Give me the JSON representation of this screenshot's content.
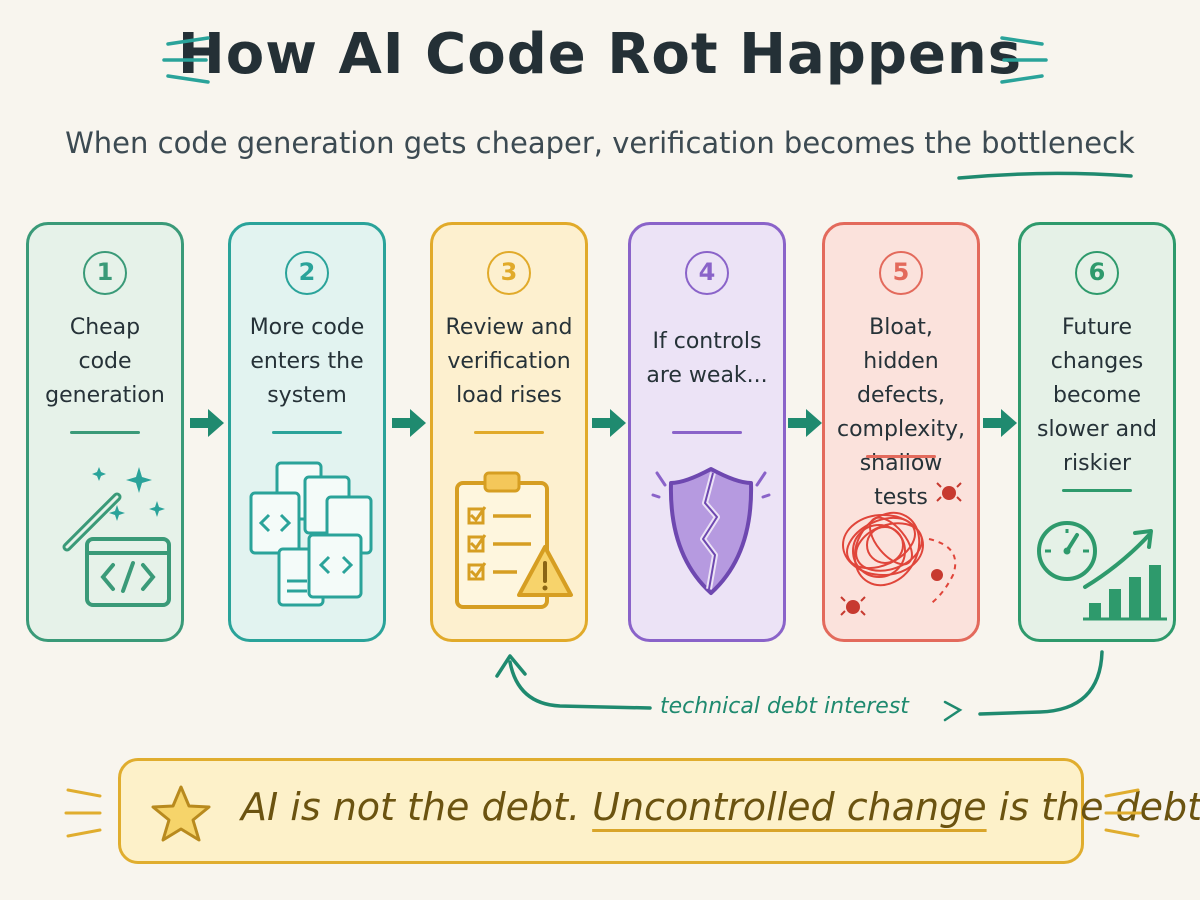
{
  "title": "How AI Code Rot Happens",
  "subtitle": "When code generation gets cheaper, verification becomes the bottleneck",
  "steps": [
    {
      "number": "1",
      "lines": [
        "Cheap",
        "code",
        "generation"
      ],
      "color": "#3a9a78",
      "bg": "#e6f2e9",
      "icon": "magic-wand-code-window-icon"
    },
    {
      "number": "2",
      "lines": [
        "More code",
        "enters the",
        "system"
      ],
      "color": "#2aa39a",
      "bg": "#e2f3f0",
      "icon": "stacked-code-files-icon"
    },
    {
      "number": "3",
      "lines": [
        "Review and",
        "verification",
        "load rises"
      ],
      "color": "#e1aa2a",
      "bg": "#fdf0cf",
      "icon": "checklist-warning-icon"
    },
    {
      "number": "4",
      "lines": [
        "If controls",
        "are weak..."
      ],
      "color": "#8a63c9",
      "bg": "#ece3f6",
      "icon": "cracked-shield-icon"
    },
    {
      "number": "5",
      "lines": [
        "Bloat, hidden",
        "defects,",
        "complexity,",
        "shallow tests"
      ],
      "color": "#e36a5c",
      "bg": "#fbe2dc",
      "icon": "tangled-bugs-icon"
    },
    {
      "number": "6",
      "lines": [
        "Future",
        "changes",
        "become",
        "slower and",
        "riskier"
      ],
      "color": "#2e9a6c",
      "bg": "#e5f1e7",
      "icon": "clock-rising-chart-icon"
    }
  ],
  "loop_label": "technical debt interest",
  "callout": {
    "part1": "AI is not the debt. ",
    "part2": "Uncontrolled change",
    "part3": " is the debt."
  },
  "colors": {
    "arrow": "#1f8a6f",
    "background": "#f8f5ee",
    "callout_border": "#e0ad2e"
  }
}
